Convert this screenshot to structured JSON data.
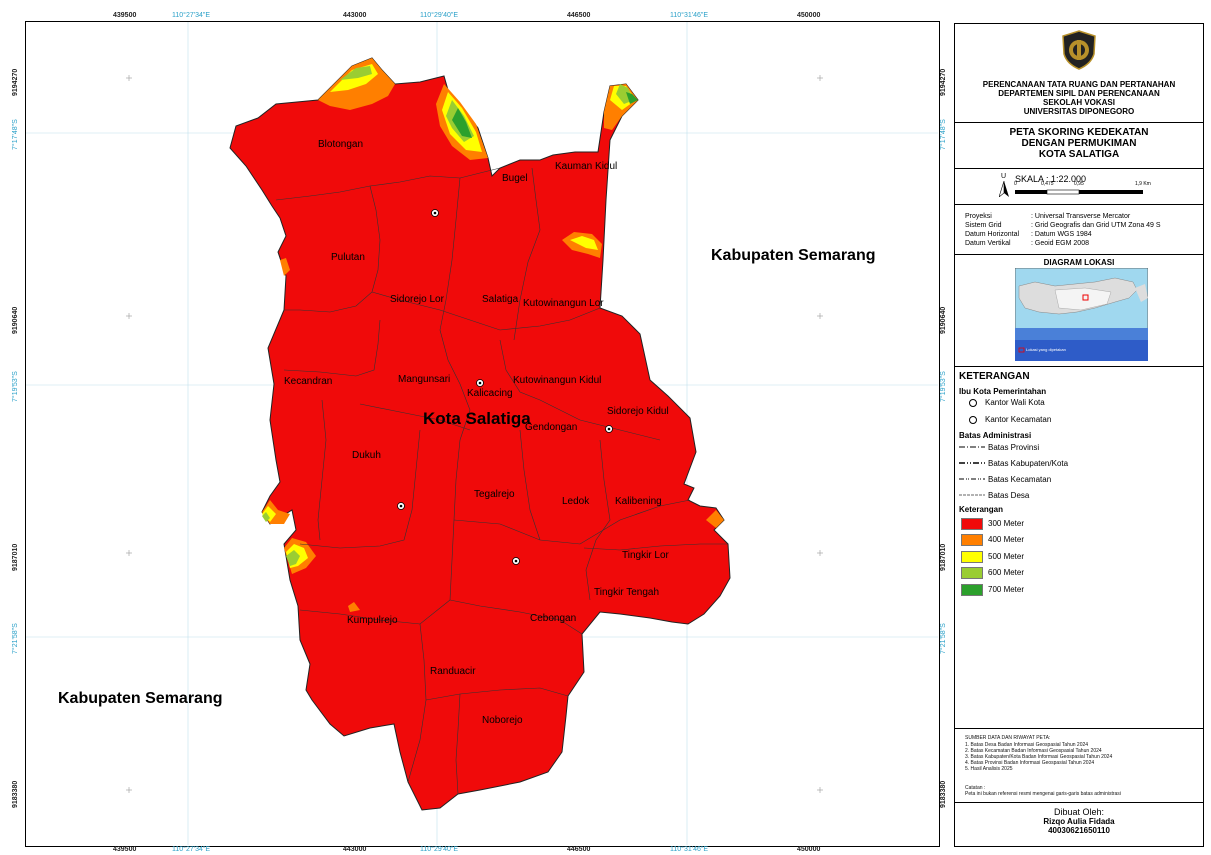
{
  "grid": {
    "top_x": [
      "439500",
      "443000",
      "446500",
      "450000"
    ],
    "bottom_x": [
      "439500",
      "443000",
      "446500",
      "450000"
    ],
    "top_geo": [
      "110°27'34\"E",
      "110°29'40\"E",
      "110°31'46\"E"
    ],
    "bottom_geo": [
      "110°27'34\"E",
      "110°29'40\"E",
      "110°31'46\"E"
    ],
    "left_y": [
      "9194270",
      "9190640",
      "9187010",
      "9183380"
    ],
    "left_geo": [
      "7°17'48\"S",
      "7°19'53\"S",
      "7°21'58\"S"
    ],
    "right_y": [
      "9194270",
      "9190640",
      "9187010",
      "9183380"
    ],
    "right_geo": [
      "7°17'48\"S",
      "7°19'53\"S",
      "7°21'58\"S"
    ]
  },
  "map": {
    "region_left": "Kabupaten Semarang",
    "region_right": "Kabupaten Semarang",
    "city": "Kota Salatiga",
    "villages": [
      "Blotongan",
      "Bugel",
      "Kauman Kidul",
      "Pulutan",
      "Sidorejo Lor",
      "Salatiga",
      "Kutowinangun Lor",
      "Kecandran",
      "Mangunsari",
      "Kalicacing",
      "Kutowinangun Kidul",
      "Sidorejo Kidul",
      "Gendongan",
      "Dukuh",
      "Tegalrejo",
      "Ledok",
      "Kalibening",
      "Tingkir Lor",
      "Tingkir Tengah",
      "Kumpulrejo",
      "Cebongan",
      "Randuacir",
      "Noborejo"
    ]
  },
  "panel": {
    "institution": [
      "PERENCANAAN TATA RUANG DAN PERTANAHAN",
      "DEPARTEMEN SIPIL DAN PERENCANAAN",
      "SEKOLAH VOKASI",
      "UNIVERSITAS DIPONEGORO"
    ],
    "title": [
      "PETA SKORING KEDEKATAN",
      "DENGAN PERMUKIMAN",
      "KOTA SALATIGA"
    ],
    "north": "U",
    "scale_label": "SKALA : 1:22.000",
    "scale_ticks": [
      "0",
      "0,475",
      "0,95",
      "1,9 Km"
    ],
    "projection": [
      {
        "k": "Proyeksi",
        "v": ": Universal Transverse Mercator"
      },
      {
        "k": "Sistem Grid",
        "v": ": Grid Geografis dan Grid UTM Zona 49 S"
      },
      {
        "k": "Datum Horizontal",
        "v": ": Datum WGS 1984"
      },
      {
        "k": "Datum Vertikal",
        "v": ": Geoid EGM 2008"
      }
    ],
    "location_title": "DIAGRAM LOKASI",
    "location_legend": "Lokasi yang dipetakan",
    "legend_title": "KETERANGAN",
    "capital_title": "Ibu Kota Pemerintahan",
    "capitals": [
      "Kantor Wali Kota",
      "Kantor Kecamatan"
    ],
    "admin_title": "Batas Administrasi",
    "admin": [
      "Batas Provinsi",
      "Batas Kabupaten/Kota",
      "Batas Kecamatan",
      "Batas Desa"
    ],
    "class_title": "Keterangan",
    "classes": [
      {
        "label": "300 Meter",
        "color": "#f00a0a"
      },
      {
        "label": "400 Meter",
        "color": "#ff7f00"
      },
      {
        "label": "500 Meter",
        "color": "#ffff00"
      },
      {
        "label": "600 Meter",
        "color": "#9acd32"
      },
      {
        "label": "700 Meter",
        "color": "#2ca02c"
      }
    ],
    "source_title": "SUMBER DATA DAN RIWAYAT PETA:",
    "sources": [
      "1. Batas Desa Badan Informasi Geospasial Tahun 2024",
      "2. Batas Kecamatan Badan Informasi Geospasial Tahun 2024",
      "3. Batas Kabupaten/Kota Badan Informasi Geospasial Tahun 2024",
      "4. Batas Provinsi Badan Informasi Geospasial Tahun 2024",
      "5. Hasil Analisis 2025"
    ],
    "note_title": "Catatan :",
    "note": "Peta ini bukan referensi resmi mengenai garis-garis batas administrasi",
    "made_by_label": "Dibuat Oleh:",
    "author": "Rizqo Aulia Fidada",
    "nim": "40030621650110"
  }
}
